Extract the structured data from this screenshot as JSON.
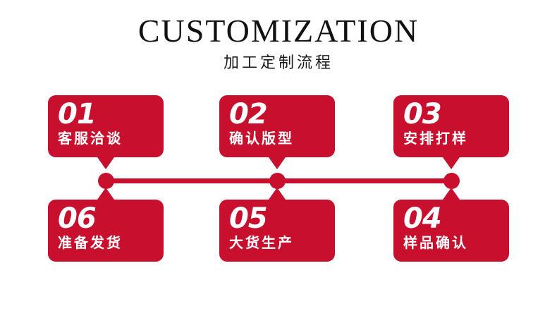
{
  "header": {
    "main_title": "CUSTOMIZATION",
    "sub_title": "加工定制流程"
  },
  "theme": {
    "accent_color": "#C8102E",
    "background_color": "#FFFFFF",
    "title_color": "#111111",
    "card_text_color": "#FFFFFF"
  },
  "flow": {
    "top_row": [
      {
        "number": "01",
        "label": "客服洽谈"
      },
      {
        "number": "02",
        "label": "确认版型"
      },
      {
        "number": "03",
        "label": "安排打样"
      }
    ],
    "bottom_row": [
      {
        "number": "06",
        "label": "准备发货"
      },
      {
        "number": "05",
        "label": "大货生产"
      },
      {
        "number": "04",
        "label": "样品确认"
      }
    ],
    "connector": {
      "dot_count": 3,
      "dot_labels": [
        "connector-dot-1",
        "connector-dot-2",
        "connector-dot-3"
      ]
    }
  }
}
